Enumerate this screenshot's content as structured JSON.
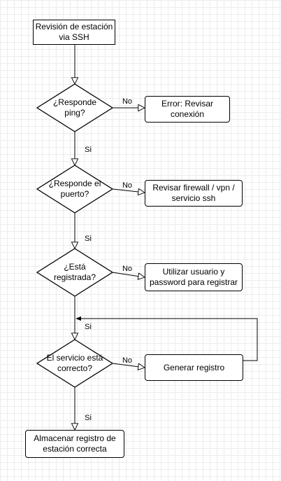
{
  "nodes": {
    "start": "Revisión de estación\nvia SSH",
    "q_ping": "¿Responde\nping?",
    "err_conn": "Error: Revisar\nconexión",
    "q_port": "¿Responde el\npuerto?",
    "fw": "Revisar firewall / vpn /\nservicio ssh",
    "q_reg": "¿Está\nregistrada?",
    "use_user": "Utilizar usuario y\npassword para registrar",
    "q_svc": "El servicio está\ncorrecto?",
    "gen_reg": "Generar registro",
    "store": "Almacenar registro de\nestación correcta"
  },
  "edge_labels": {
    "no_1": "No",
    "si_1": "Si",
    "no_2": "No",
    "si_2": "Si",
    "no_3": "No",
    "si_3": "Si",
    "no_4": "No",
    "si_4": "Si"
  }
}
